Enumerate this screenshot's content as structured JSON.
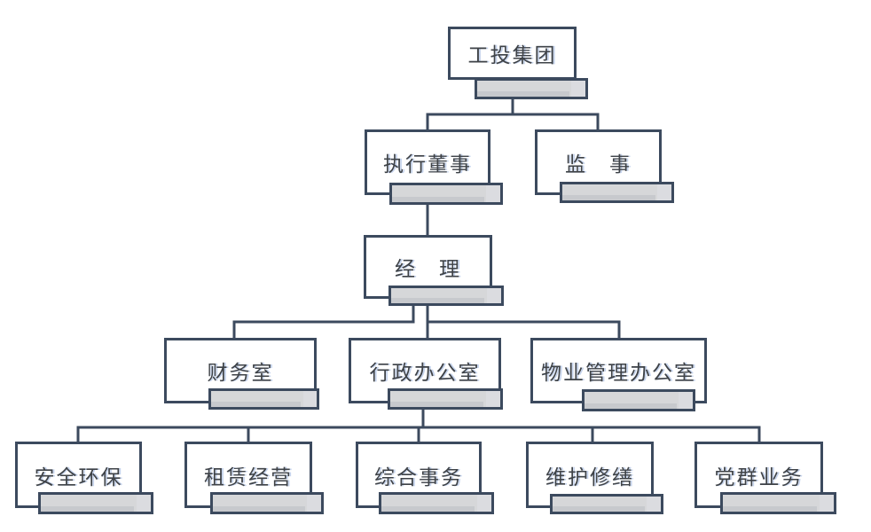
{
  "org": {
    "type": "org-chart",
    "colors": {
      "line": "#3c4a5e",
      "box_fill": "#ffffff",
      "bar_fill": "#d6d7d9",
      "text": "#3e4247"
    },
    "nodes": [
      {
        "label": "工投集团",
        "parent": null
      },
      {
        "label": "执行董事",
        "parent": "工投集团"
      },
      {
        "label": "监　事",
        "parent": "工投集团"
      },
      {
        "label": "经　理",
        "parent": "执行董事"
      },
      {
        "label": "财务室",
        "parent": "经　理"
      },
      {
        "label": "行政办公室",
        "parent": "经　理"
      },
      {
        "label": "物业管理办公室",
        "parent": "经　理"
      },
      {
        "label": "安全环保",
        "parent": "行政办公室"
      },
      {
        "label": "租赁经营",
        "parent": "行政办公室"
      },
      {
        "label": "综合事务",
        "parent": "行政办公室"
      },
      {
        "label": "维护修缮",
        "parent": "行政办公室"
      },
      {
        "label": "党群业务",
        "parent": "行政办公室"
      }
    ]
  }
}
